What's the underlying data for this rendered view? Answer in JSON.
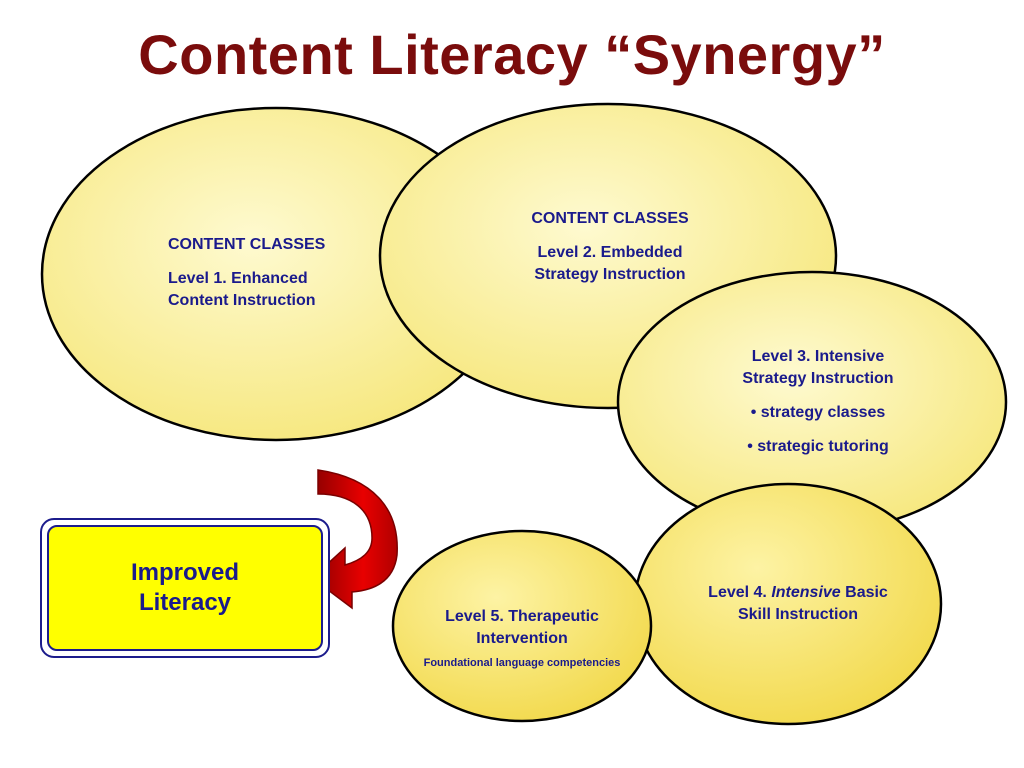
{
  "title": "Content  Literacy “Synergy”",
  "colors": {
    "title": "#7a0c0c",
    "text": "#1a1a8c",
    "ellipse_fill": "#fdf6a0",
    "ellipse_fill_deep": "#f8e46a",
    "box_fill": "#ffff00",
    "arrow": "#d80000"
  },
  "level1": {
    "heading": "CONTENT CLASSES",
    "line1": "Level 1. Enhanced",
    "line2": "Content Instruction"
  },
  "level2": {
    "heading": "CONTENT CLASSES",
    "line1": "Level 2. Embedded",
    "line2": "Strategy Instruction"
  },
  "level3": {
    "line1": "Level 3. Intensive",
    "line2": "Strategy Instruction",
    "bullet1": "• strategy classes",
    "bullet2": "• strategic tutoring"
  },
  "level4": {
    "prefix": "Level 4. ",
    "emphasis": "Intensive",
    "suffix": " Basic",
    "line2": "Skill Instruction"
  },
  "level5": {
    "line1": "Level 5. Therapeutic",
    "line2": "Intervention",
    "sub": "Foundational language competencies"
  },
  "outcome": {
    "line1": "Improved",
    "line2": "Literacy"
  },
  "arrow_icon": "curved-arrow-left-icon"
}
